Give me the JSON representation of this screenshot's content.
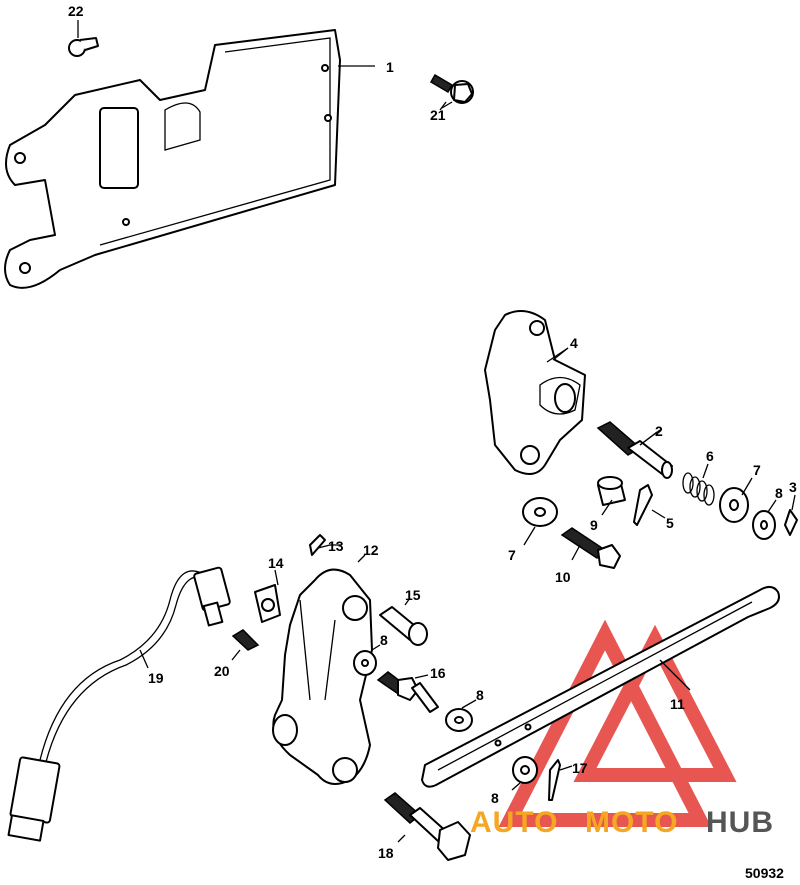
{
  "figure_number": "50932",
  "watermark": {
    "text_a": "AUTO",
    "text_b": "MOTO",
    "text_c": "HUB",
    "color_a": "#f5a623",
    "color_b": "#f5a623",
    "color_c": "#555555",
    "triangle_color": "#e53935"
  },
  "callouts": {
    "c1": "1",
    "c2": "2",
    "c3": "3",
    "c4": "4",
    "c5": "5",
    "c6": "6",
    "c7a": "7",
    "c7b": "7",
    "c8a": "8",
    "c8b": "8",
    "c8c": "8",
    "c8d": "8",
    "c9": "9",
    "c10": "10",
    "c11": "11",
    "c12": "12",
    "c13": "13",
    "c14": "14",
    "c15": "15",
    "c16": "16",
    "c17": "17",
    "c18": "18",
    "c19": "19",
    "c20": "20",
    "c21": "21",
    "c22": "22"
  }
}
